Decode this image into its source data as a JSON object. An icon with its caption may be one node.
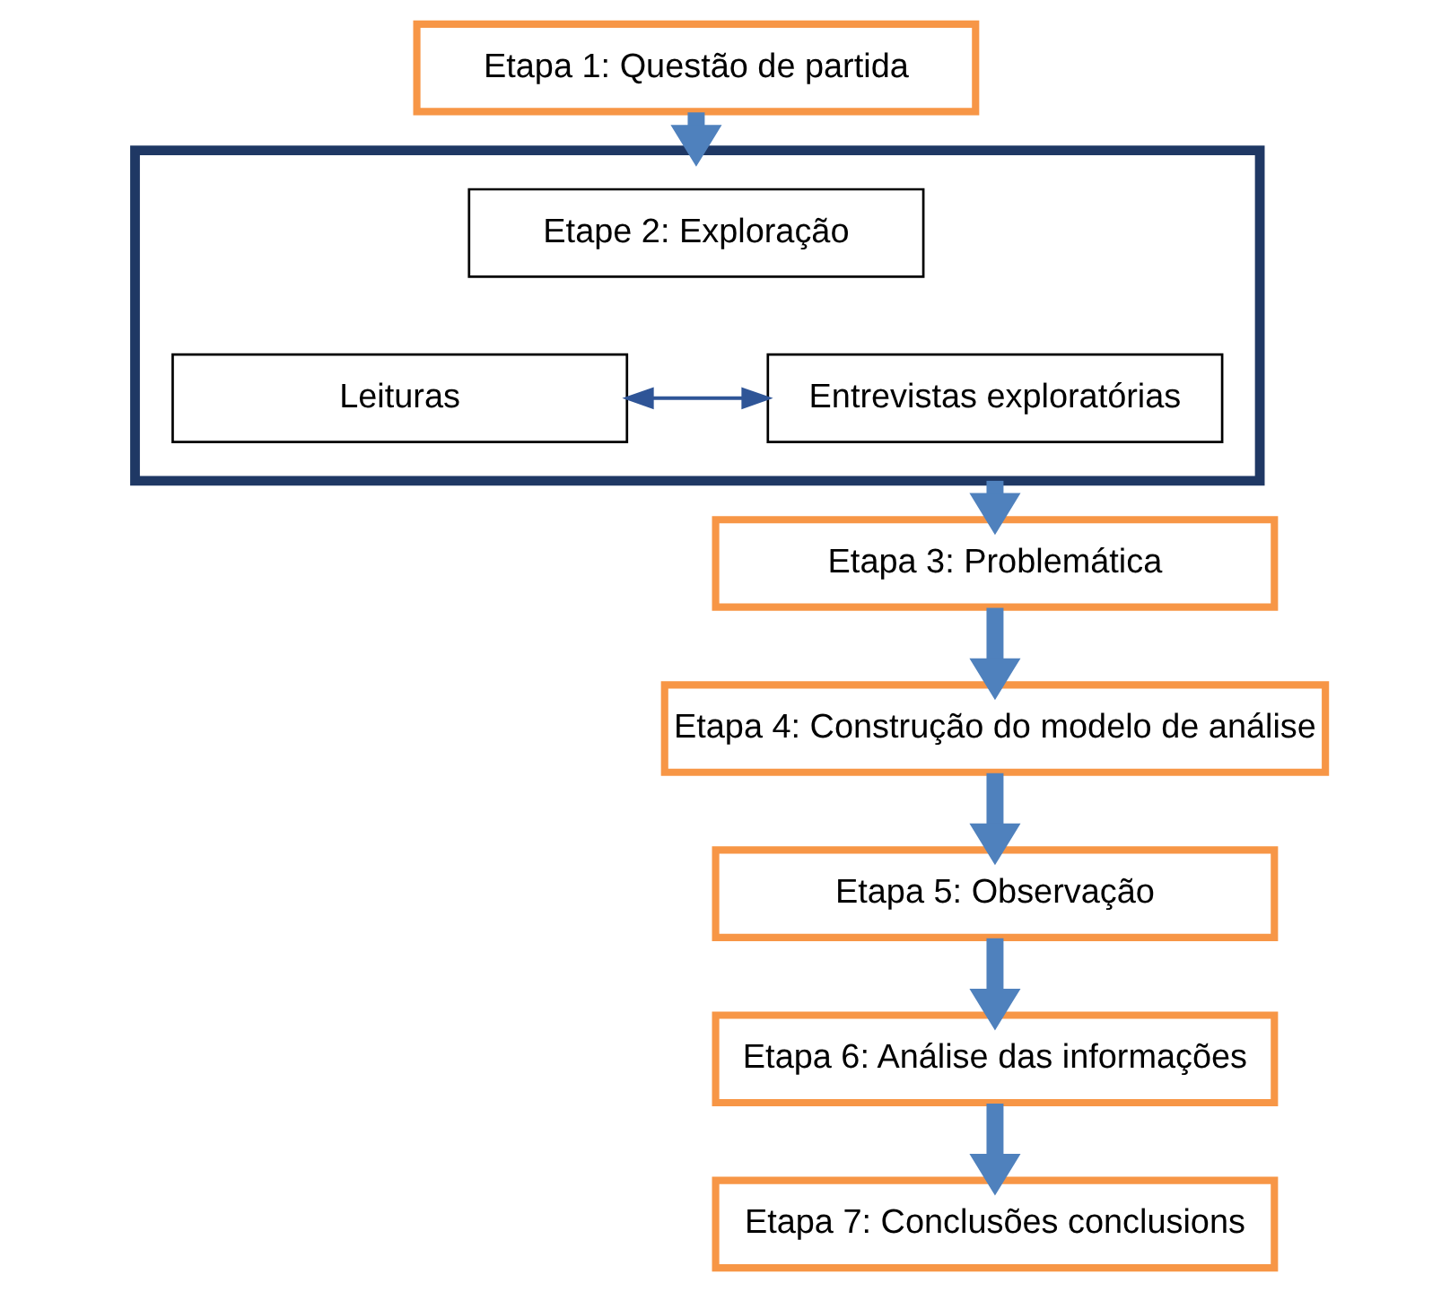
{
  "diagram": {
    "nodes": [
      {
        "text": [
          "Etapa 1: Questão de partida"
        ]
      },
      {
        "text": [],
        "shape": "box"
      },
      {
        "text": [
          "Etape 2: Exploração"
        ],
        "in": 1
      },
      {
        "text": [
          "Leituras"
        ],
        "in": 1
      },
      {
        "text": [
          "Entrevistas exploratórias"
        ],
        "in": 1
      },
      {
        "text": [
          "Etapa 3: Problemática"
        ]
      },
      {
        "text": [
          "Etapa 4: Construção do modelo de análise"
        ]
      },
      {
        "text": [
          "Etapa 5: Observação"
        ]
      },
      {
        "text": [
          "Etapa 6: Análise das informações"
        ]
      },
      {
        "text": [
          "Etapa 7: Conclusões conclusions"
        ]
      }
    ],
    "edges": [
      {
        "from": 0,
        "to": 1,
        "arrow": "to"
      },
      {
        "from": 3,
        "to": 4,
        "arrow": "both",
        "color": "#2f5597"
      },
      {
        "from": 1,
        "to": 5,
        "arrow": "to"
      },
      {
        "from": 5,
        "to": 6,
        "arrow": "to"
      },
      {
        "from": 6,
        "to": 7,
        "arrow": "to"
      },
      {
        "from": 7,
        "to": 8,
        "arrow": "to"
      },
      {
        "from": 8,
        "to": 9,
        "arrow": "to"
      }
    ]
  }
}
